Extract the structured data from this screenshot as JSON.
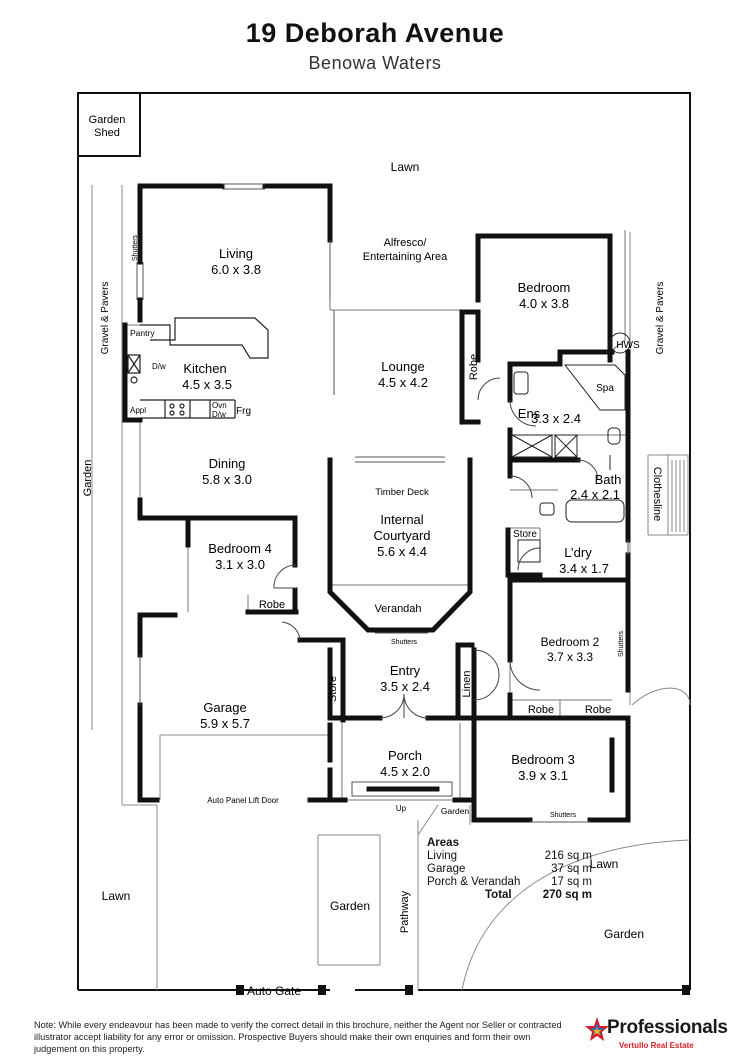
{
  "header": {
    "title": "19 Deborah Avenue",
    "subtitle": "Benowa Waters"
  },
  "rooms": {
    "living": {
      "name": "Living",
      "dim": "6.0 x 3.8"
    },
    "kitchen": {
      "name": "Kitchen",
      "dim": "4.5 x 3.5"
    },
    "dining": {
      "name": "Dining",
      "dim": "5.8 x 3.0"
    },
    "bedroom4": {
      "name": "Bedroom 4",
      "dim": "3.1 x 3.0"
    },
    "garage": {
      "name": "Garage",
      "dim": "5.9 x 5.7"
    },
    "alfresco": {
      "name": "Alfresco/",
      "name2": "Entertaining Area"
    },
    "lounge": {
      "name": "Lounge",
      "dim": "4.5 x 4.2"
    },
    "courtyard": {
      "name": "Internal",
      "name2": "Courtyard",
      "dim": "5.6 x 4.4"
    },
    "entry": {
      "name": "Entry",
      "dim": "3.5 x 2.4"
    },
    "porch": {
      "name": "Porch",
      "dim": "4.5 x 2.0"
    },
    "bedroom": {
      "name": "Bedroom",
      "dim": "4.0 x 3.8"
    },
    "ens": {
      "name": "Ens",
      "dim": "3.3 x 2.4"
    },
    "bath": {
      "name": "Bath",
      "dim": "2.4 x 2.1"
    },
    "ldry": {
      "name": "L’dry",
      "dim": "3.4 x 1.7"
    },
    "bedroom2": {
      "name": "Bedroom 2",
      "dim": "3.7 x 3.3"
    },
    "bedroom3": {
      "name": "Bedroom 3",
      "dim": "3.9 x 3.1"
    }
  },
  "labels": {
    "garden_shed_1": "Garden",
    "garden_shed_2": "Shed",
    "lawn_top": "Lawn",
    "lawn_left": "Lawn",
    "lawn_right": "Lawn",
    "gravel_left": "Gravel & Pavers",
    "gravel_right": "Gravel & Pavers",
    "garden_left": "Garden",
    "garden_mid": "Garden",
    "garden_right": "Garden",
    "garden_small": "Garden",
    "pathway": "Pathway",
    "auto_gate": "Auto Gate",
    "clothesline": "Clothesline",
    "shutters": "Shutters",
    "pantry": "Pantry",
    "dw": "D/w",
    "appl": "Appl",
    "ovn": "Ovn",
    "ovn_dw": "D/w",
    "frg": "Frg",
    "robe": "Robe",
    "store": "Store",
    "linen": "Linen",
    "hws": "HWS",
    "spa": "Spa",
    "timber_deck": "Timber Deck",
    "verandah": "Verandah",
    "up": "Up",
    "auto_panel": "Auto Panel Lift Door"
  },
  "areas": {
    "title": "Areas",
    "rows": [
      {
        "label": "Living",
        "value": "216 sq m"
      },
      {
        "label": "Garage",
        "value": "37 sq m"
      },
      {
        "label": "Porch & Verandah",
        "value": "17 sq m"
      }
    ],
    "total_label": "Total",
    "total_value": "270 sq m"
  },
  "footer": {
    "note": "Note: While every endeavour has been made to verify the correct detail in this brochure, neither the Agent nor Seller or contracted illustrator accept liability for any error or omission. Prospective Buyers should make their own enquiries and form their own judgement on this property.",
    "logo_name": "Professionals",
    "logo_sub": "Vertullo Real Estate"
  },
  "colors": {
    "wall": "#111111",
    "thin": "#777777",
    "logo_red": "#d81e2a"
  }
}
